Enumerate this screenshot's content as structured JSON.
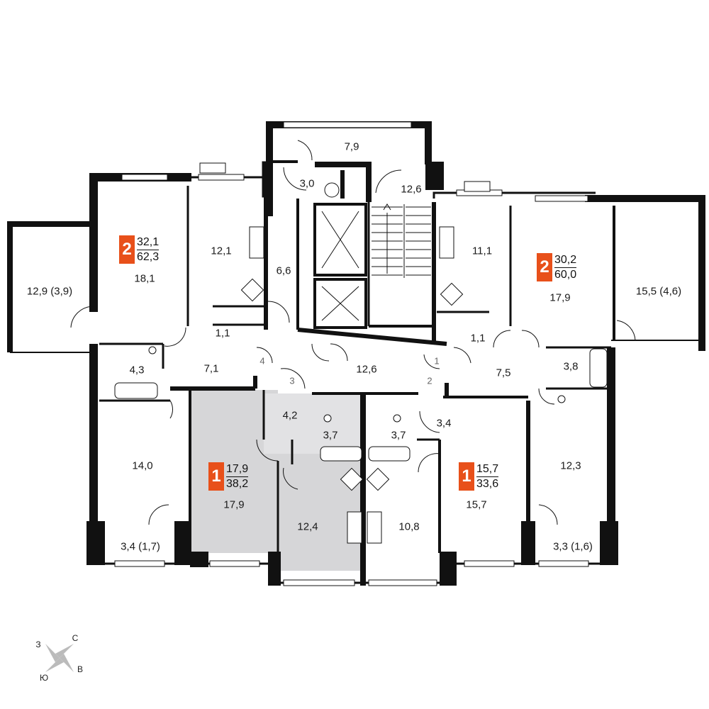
{
  "apartments": [
    {
      "rooms": "2",
      "living_area": "32,1",
      "total_area": "62,3",
      "color": "#e8501a"
    },
    {
      "rooms": "2",
      "living_area": "30,2",
      "total_area": "60,0",
      "color": "#e8501a"
    },
    {
      "rooms": "1",
      "living_area": "17,9",
      "total_area": "38,2",
      "color": "#e8501a",
      "highlighted": true
    },
    {
      "rooms": "1",
      "living_area": "15,7",
      "total_area": "33,6",
      "color": "#e8501a"
    }
  ],
  "rooms": {
    "tambour": "7,9",
    "vestibule": "3,0",
    "stair_landing": "12,6",
    "corridor_left_top": "6,6",
    "hall": "12,6",
    "left_living": "18,1",
    "left_kitchen": "12,1",
    "left_bath_small": "1,1",
    "left_hallway": "7,1",
    "left_bath": "4,3",
    "left_bedroom": "14,0",
    "left_balcony_big": "12,9 (3,9)",
    "left_balcony_small": "3,4 (1,7)",
    "studio_left_room": "17,9",
    "studio_left_hall": "4,2",
    "studio_left_bath": "3,7",
    "studio_left_kitchen": "12,4",
    "studio_right_kitchen": "10,8",
    "studio_right_bath": "3,7",
    "studio_right_hall": "3,4",
    "studio_right_room": "15,7",
    "right_kitchen": "11,1",
    "right_living": "17,9",
    "right_bath_small": "1,1",
    "right_hallway": "7,5",
    "right_bath": "3,8",
    "right_bedroom": "12,3",
    "right_balcony_big": "15,5 (4,6)",
    "right_balcony_small": "3,3 (1,6)"
  },
  "door_numbers": {
    "d1": "1",
    "d2": "2",
    "d3": "3",
    "d4": "4"
  },
  "compass": {
    "west": "З",
    "north": "С",
    "east": "В",
    "south": "Ю"
  },
  "colors": {
    "wall": "#111111",
    "highlight": "#d6d6d8",
    "accent": "#e8501a"
  }
}
